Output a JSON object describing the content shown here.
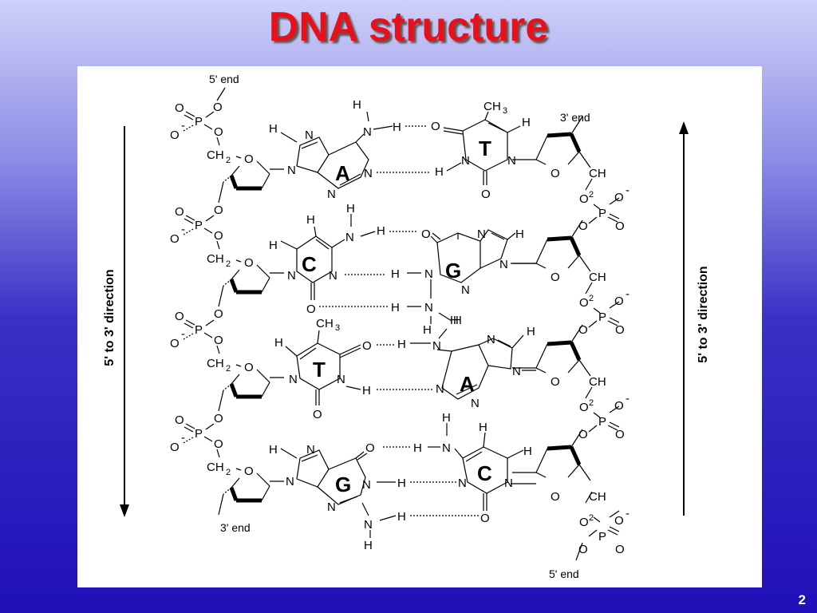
{
  "slide": {
    "title": "DNA structure",
    "page_number": "2"
  },
  "strand_ends": {
    "left_top": "5' end",
    "left_bottom": "3' end",
    "right_top": "3' end",
    "right_bottom": "5' end"
  },
  "directions": {
    "left": "5' to 3' direction",
    "right": "5' to 3' direction"
  },
  "base_pairs": [
    {
      "left": "A",
      "right": "T"
    },
    {
      "left": "C",
      "right": "G"
    },
    {
      "left": "T",
      "right": "A"
    },
    {
      "left": "G",
      "right": "C"
    }
  ],
  "atoms": {
    "O": "O",
    "P": "P",
    "N": "N",
    "H": "H",
    "C": "C",
    "CH": "CH",
    "minus": "-",
    "two": "2",
    "three": "3"
  },
  "colors": {
    "title": "#e8101a",
    "background_top": "#cfd0f8",
    "background_bottom": "#1f10b8",
    "panel": "#ffffff"
  }
}
